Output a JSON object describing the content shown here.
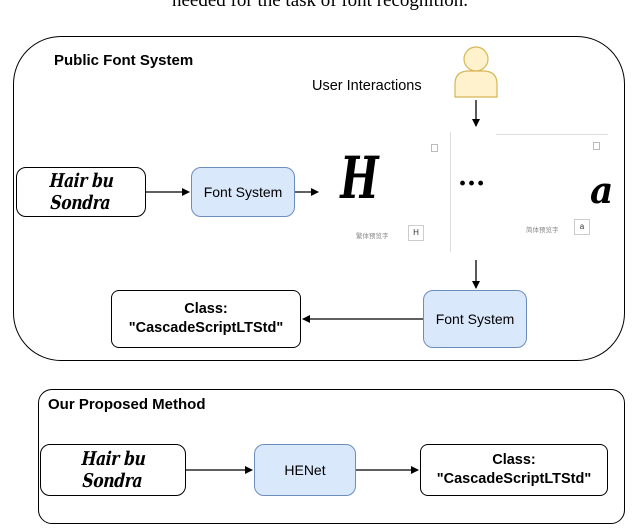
{
  "caption": "needed for the task of font recognition.",
  "top_panel": {
    "title": "Public Font System",
    "user_label": "User Interactions",
    "sample_text": "Hair bu Sondra",
    "font_system_label": "Font System",
    "font_system_label_2": "Font System",
    "class_title": "Class:",
    "class_value": "\"CascadeScriptLTStd\"",
    "screen": {
      "glyph_left": "H",
      "ellipsis": "...",
      "glyph_right": "a",
      "small_text_left": "繁体预览字",
      "small_text_right": "简体预览字",
      "small_box_left": "H",
      "small_box_right": "a"
    }
  },
  "bottom_panel": {
    "title": "Our Proposed Method",
    "sample_text": "Hair bu Sondra",
    "model_label": "HENet",
    "class_title": "Class:",
    "class_value": "\"CascadeScriptLTStd\""
  },
  "colors": {
    "box_fill": "#dae8fc",
    "box_border": "#6c8ebf",
    "user_fill": "#fff2cc",
    "user_border": "#d6b656"
  },
  "icons": [
    "user-icon"
  ]
}
